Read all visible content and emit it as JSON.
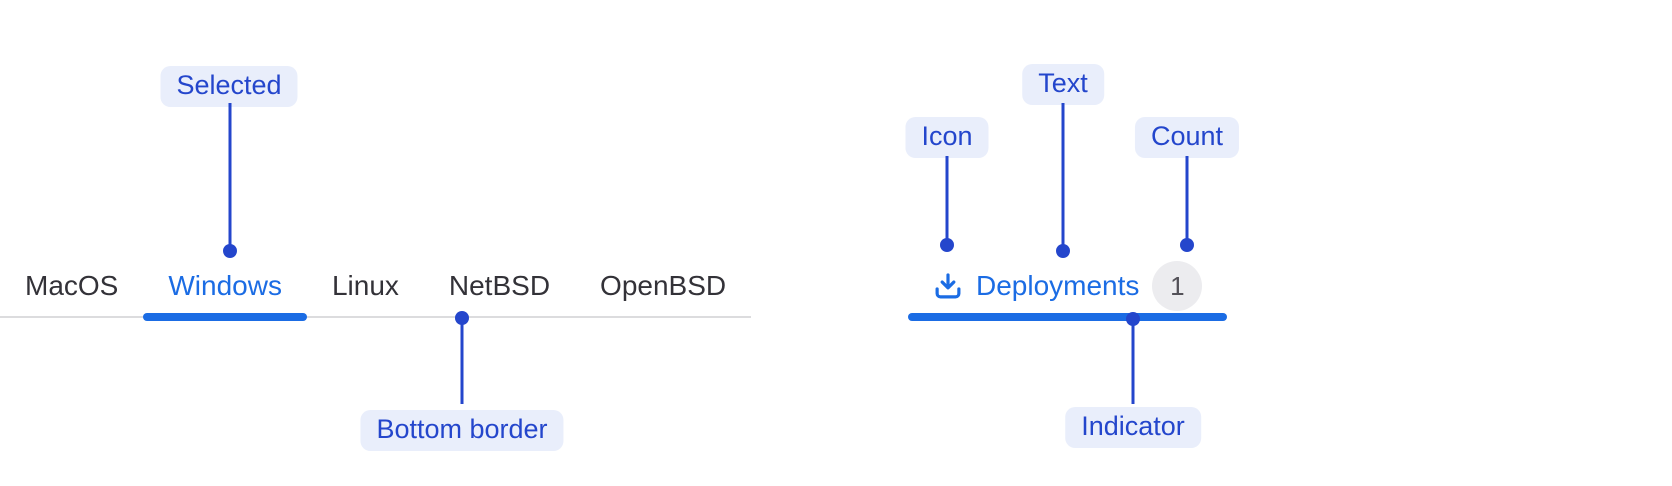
{
  "colors": {
    "accent-blue": "#1b6ce4",
    "annotation-blue": "#2446cc",
    "annotation-bg": "#e9eefb",
    "border-gray": "#dcdcde",
    "badge-bg": "#ececef",
    "badge-text": "#535158",
    "tab-text": "#333238",
    "background": "#ffffff"
  },
  "os_tabs": {
    "items": [
      {
        "label": "MacOS",
        "selected": false
      },
      {
        "label": "Windows",
        "selected": true
      },
      {
        "label": "Linux",
        "selected": false
      },
      {
        "label": "NetBSD",
        "selected": false
      },
      {
        "label": "OpenBSD",
        "selected": false
      }
    ]
  },
  "deployments_tab": {
    "icon": "download-icon",
    "label": "Deployments",
    "count": "1"
  },
  "annotations": {
    "selected": "Selected",
    "bottom_border": "Bottom border",
    "icon": "Icon",
    "text": "Text",
    "count": "Count",
    "indicator": "Indicator"
  }
}
